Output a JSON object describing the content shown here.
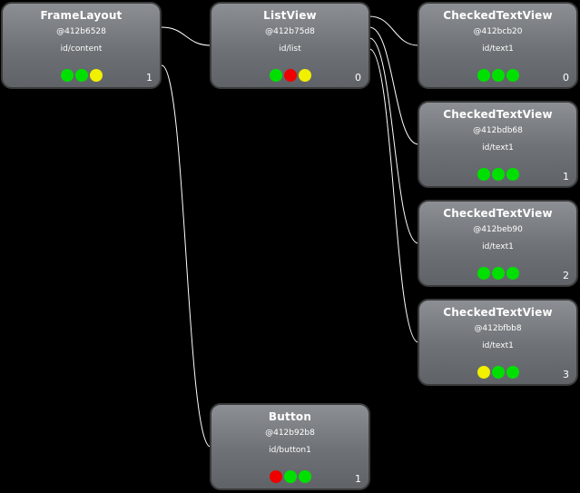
{
  "colors": {
    "green": "#00e000",
    "red": "#ee0000",
    "yellow": "#f0f000"
  },
  "nodes": [
    {
      "class_name": "FrameLayout",
      "hash": "@412b6528",
      "view_id": "id/content",
      "index": "1",
      "lights": [
        "green",
        "green",
        "yellow"
      ]
    },
    {
      "class_name": "ListView",
      "hash": "@412b75d8",
      "view_id": "id/list",
      "index": "0",
      "lights": [
        "green",
        "red",
        "yellow"
      ]
    },
    {
      "class_name": "CheckedTextView",
      "hash": "@412bcb20",
      "view_id": "id/text1",
      "index": "0",
      "lights": [
        "green",
        "green",
        "green"
      ]
    },
    {
      "class_name": "CheckedTextView",
      "hash": "@412bdb68",
      "view_id": "id/text1",
      "index": "1",
      "lights": [
        "green",
        "green",
        "green"
      ]
    },
    {
      "class_name": "CheckedTextView",
      "hash": "@412beb90",
      "view_id": "id/text1",
      "index": "2",
      "lights": [
        "green",
        "green",
        "green"
      ]
    },
    {
      "class_name": "CheckedTextView",
      "hash": "@412bfbb8",
      "view_id": "id/text1",
      "index": "3",
      "lights": [
        "yellow",
        "green",
        "green"
      ]
    },
    {
      "class_name": "Button",
      "hash": "@412b92b8",
      "view_id": "id/button1",
      "index": "1",
      "lights": [
        "red",
        "green",
        "green"
      ]
    }
  ]
}
